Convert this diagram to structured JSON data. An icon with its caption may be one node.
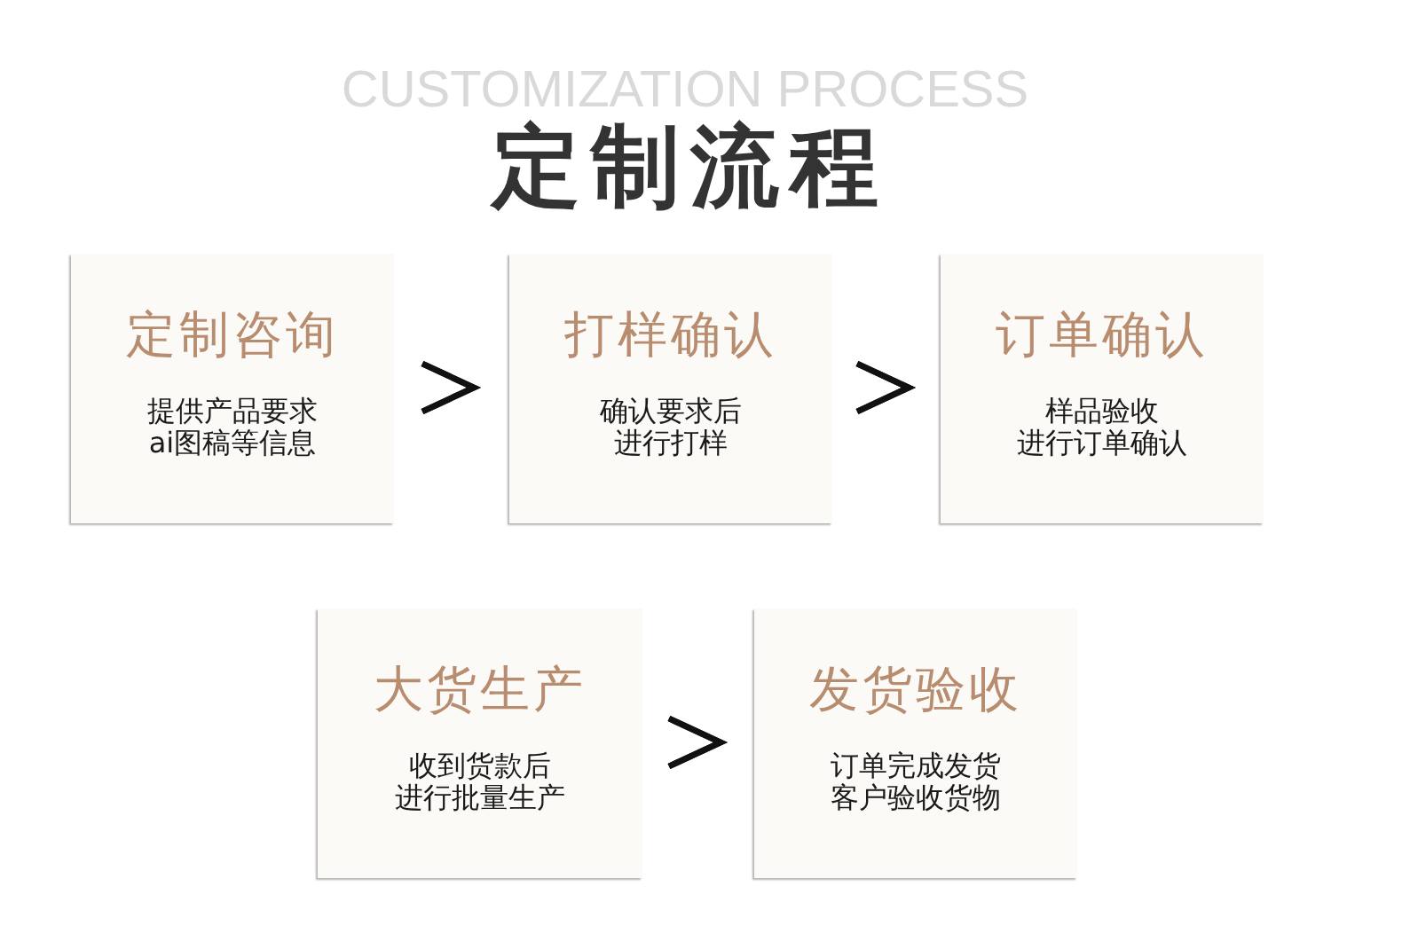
{
  "diagram": {
    "title": "定制流程",
    "nodes": [
      {
        "text": [
          "定制咨询",
          "提供产品要求ai图稿等信息"
        ]
      },
      {
        "text": [
          "打样确认",
          "确认要求后进行打样"
        ]
      },
      {
        "text": [
          "订单确认",
          "样品验收进行订单确认"
        ]
      },
      {
        "text": [
          "大货生产",
          "收到货款后进行批量生产"
        ]
      },
      {
        "text": [
          "发货验收",
          "订单完成发货客户验收货物"
        ]
      }
    ],
    "edges": [
      {
        "from": 0,
        "to": 1,
        "arrow": "to"
      },
      {
        "from": 1,
        "to": 2,
        "arrow": "to"
      },
      {
        "from": 3,
        "to": 4,
        "arrow": "to"
      }
    ],
    "labels": [
      "CUSTOMIZATION PROCESS"
    ]
  }
}
